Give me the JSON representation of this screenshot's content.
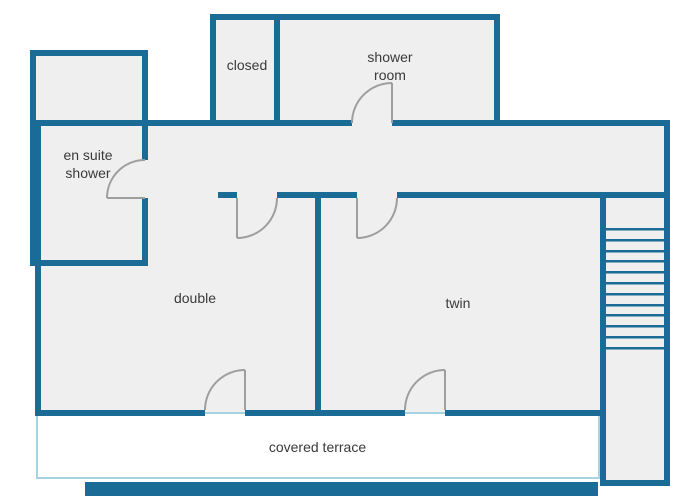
{
  "floorplan": {
    "rooms": {
      "closed": {
        "label": "closed"
      },
      "shower_room": {
        "label": "shower room"
      },
      "en_suite": {
        "label": "en suite shower"
      },
      "double": {
        "label": "double"
      },
      "twin": {
        "label": "twin"
      },
      "terrace": {
        "label": "covered terrace"
      }
    },
    "colors": {
      "wall": "#1a6b96",
      "room_fill": "#efefef",
      "terrace_border": "#a8d3e2",
      "door_arc": "#9e9e9e",
      "label_text": "#3a3a3a"
    }
  }
}
